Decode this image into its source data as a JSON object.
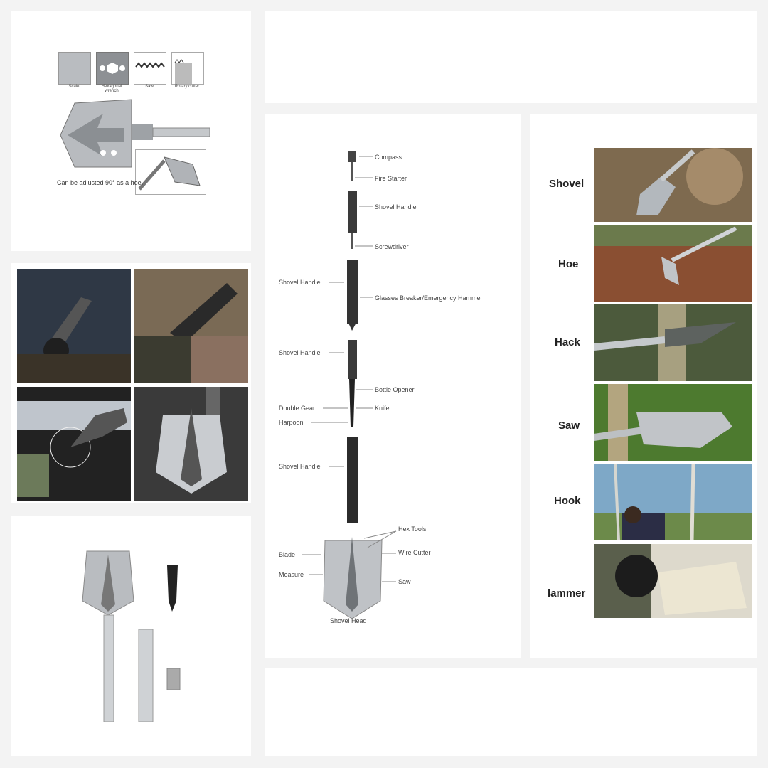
{
  "top_left": {
    "swatches": [
      "Scale",
      "Hexagonal wrench",
      "Saw",
      "Rotary cutter"
    ],
    "caption": "Can be adjusted 90° as a hoe."
  },
  "parts_diagram": {
    "labels": {
      "compass": "Compass",
      "fire_starter": "Fire Starter",
      "shovel_handle_1": "Shovel Handle",
      "screwdriver": "Screwdriver",
      "shovel_handle_2": "Shovel Handle",
      "glasses_breaker": "Glasses Breaker/Emergency Hamme",
      "shovel_handle_3": "Shovel Handle",
      "bottle_opener": "Bottle Opener",
      "double_gear": "Double Gear",
      "knife": "Knife",
      "harpoon": "Harpoon",
      "shovel_handle_4": "Shovel Handle",
      "hex_tools": "Hex Tools",
      "blade": "Blade",
      "wire_cutter": "Wire Cutter",
      "measure": "Measure",
      "saw": "Saw",
      "shovel_head": "Shovel Head"
    }
  },
  "uses": [
    "Shovel",
    "Hoe",
    "Hack",
    "Saw",
    "Hook",
    "lammer"
  ],
  "colors": {
    "background": "#f3f3f3",
    "panel": "#ffffff",
    "steel": "#a9adb2",
    "soil": "#7a5a3a",
    "foliage": "#5d7a3a"
  }
}
